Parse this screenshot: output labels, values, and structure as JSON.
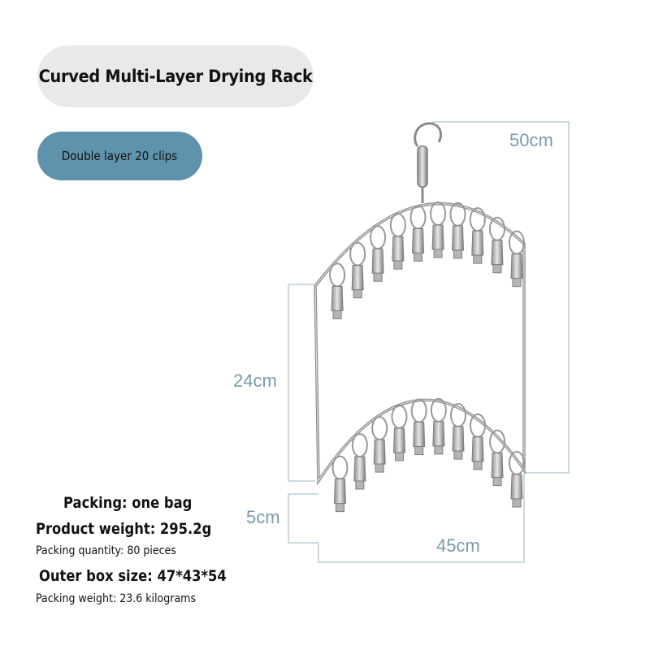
{
  "header": {
    "title": "Curved Multi-Layer Drying Rack"
  },
  "variant": {
    "label": "Double layer 20 clips"
  },
  "dimensions": {
    "height_total": "50cm",
    "height_layer": "24cm",
    "height_clip": "5cm",
    "width": "45cm"
  },
  "specs": {
    "packing": "Packing: one bag",
    "product_weight": "Product weight: 295.2g",
    "packing_quantity": "Packing quantity: 80 pieces",
    "outer_box_size": "Outer box size: 47*43*54",
    "packing_weight": "Packing weight: 23.6 kilograms"
  },
  "colors": {
    "title_pill": "#e9e9e9",
    "variant_pill": "#5f93ac",
    "dimension_text": "#7c9aab",
    "rack_metal": "#9a9a9a"
  }
}
